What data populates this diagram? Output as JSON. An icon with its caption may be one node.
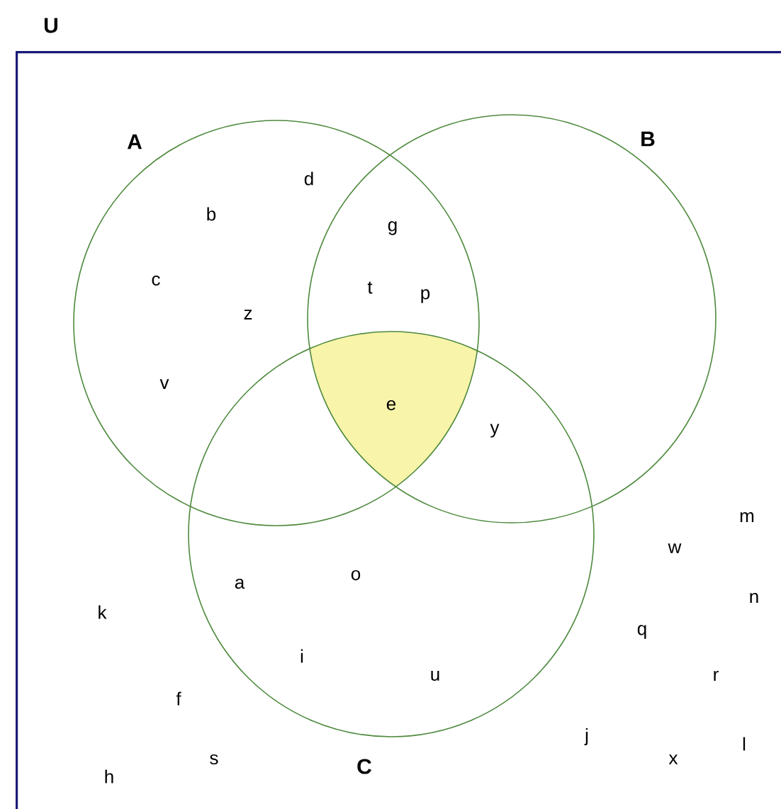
{
  "diagram": {
    "nodes": [
      {
        "text": [
          "U"
        ]
      },
      {
        "text": [
          "A"
        ],
        "in": 0
      },
      {
        "text": [
          "B"
        ],
        "in": 0
      },
      {
        "text": [
          "C"
        ],
        "in": 0
      }
    ],
    "labels": [
      "d",
      "b",
      "g",
      "c",
      "t",
      "p",
      "z",
      "v",
      "e",
      "y",
      "m",
      "w",
      "o",
      "a",
      "n",
      "k",
      "q",
      "i",
      "u",
      "r",
      "f",
      "j",
      "l",
      "s",
      "x",
      "h"
    ]
  }
}
